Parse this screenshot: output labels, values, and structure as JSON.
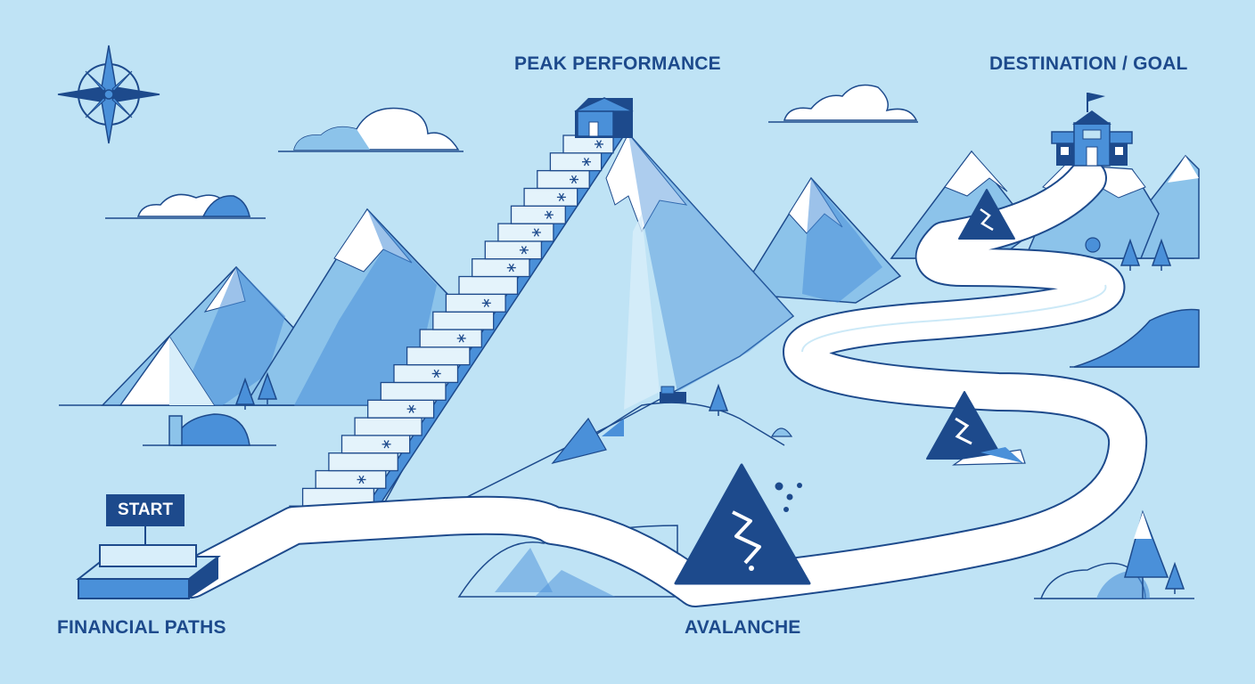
{
  "labels": {
    "peak": "PEAK PERFORMANCE",
    "destination": "DESTINATION / GOAL",
    "start": "START",
    "financial_paths": "FINANCIAL PATHS",
    "avalanche": "AVALANCHE"
  },
  "colors": {
    "background": "#bfe3f5",
    "outline": "#1d4a8c",
    "mid_blue": "#4a90d9",
    "light_blue": "#8cc3ea",
    "snow": "#ffffff"
  },
  "icons": [
    "compass-icon",
    "cabin-icon",
    "schoolhouse-icon",
    "flag-icon",
    "avalanche-warning-icon",
    "snowflake-icon",
    "tree-icon",
    "cloud-icon"
  ]
}
